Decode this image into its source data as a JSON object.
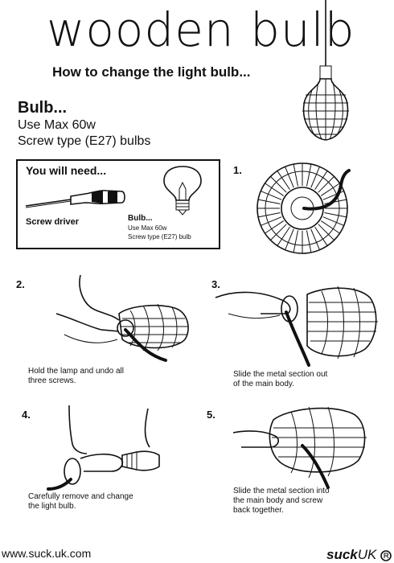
{
  "title": "wooden bulb",
  "subtitle": "How to change the light bulb...",
  "bulb_spec": {
    "heading": "Bulb...",
    "line1": "Use Max 60w",
    "line2": "Screw type (E27) bulbs"
  },
  "you_will_need": {
    "title": "You will need...",
    "screwdriver_label": "Screw driver",
    "bulb_title": "Bulb...",
    "bulb_line1": "Use Max 60w",
    "bulb_line2": "Screw type (E27) bulb"
  },
  "steps": [
    {
      "number": "1.",
      "caption": ""
    },
    {
      "number": "2.",
      "caption_l1": "Hold the lamp and undo all",
      "caption_l2": "three screws."
    },
    {
      "number": "3.",
      "caption_l1": "Slide the metal section out",
      "caption_l2": "of the main body."
    },
    {
      "number": "4.",
      "caption_l1": "Carefully remove and change",
      "caption_l2": "the light bulb."
    },
    {
      "number": "5.",
      "caption_l1": "Slide the metal section into",
      "caption_l2": "the main body and screw",
      "caption_l3": "back together."
    }
  ],
  "footer": {
    "url": "www.suck.uk.com",
    "brand_main": "suck",
    "brand_suffix": "UK"
  },
  "icons": [
    "pendant-bulb-icon",
    "screwdriver-icon",
    "lightbulb-icon",
    "lamp-top-view-icon",
    "hands-illustration-icon",
    "registered-mark-icon"
  ]
}
